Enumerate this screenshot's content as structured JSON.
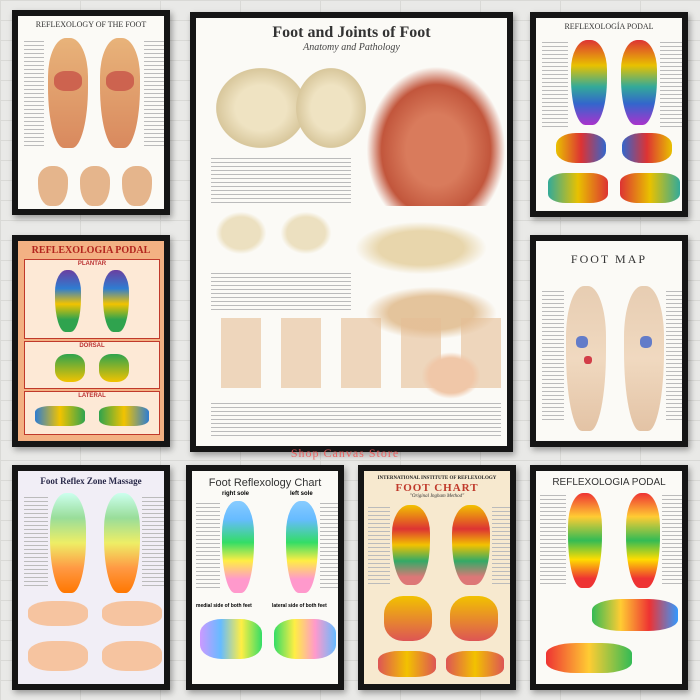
{
  "posters": {
    "p1": {
      "title": "REFLEXOLOGY OF THE FOOT"
    },
    "p2": {
      "title": "Foot and Joints of Foot",
      "subtitle": "Anatomy and Pathology"
    },
    "p3": {
      "title": "REFLEXOLOGÍA PODAL"
    },
    "p4": {
      "title": "REFLEXOLOGIA PODAL",
      "labels": [
        "PLANTAR",
        "DORSAL",
        "LATERAL"
      ]
    },
    "p5": {
      "title": "FOOT MAP"
    },
    "p6": {
      "title": "Foot Reflex Zone Massage"
    },
    "p7": {
      "title": "Foot Reflexology Chart",
      "left_label": "right sole",
      "right_label": "left sole",
      "bottom_left": "medial side of both feet",
      "bottom_right": "lateral side of both feet"
    },
    "p8": {
      "title": "INTERNATIONAL INSTITUTE OF REFLEXOLOGY",
      "big": "FOOT CHART",
      "sub": "\"Original Ingham Method\""
    },
    "p9": {
      "title": "REFLEXOLOGIA PODAL"
    }
  },
  "watermark": "Shop Canvas Store",
  "colors": {
    "frame": "#151515",
    "watermark": "#f05a5a",
    "p4_bg": "#f3b183",
    "p4_accent": "#c0392b"
  }
}
